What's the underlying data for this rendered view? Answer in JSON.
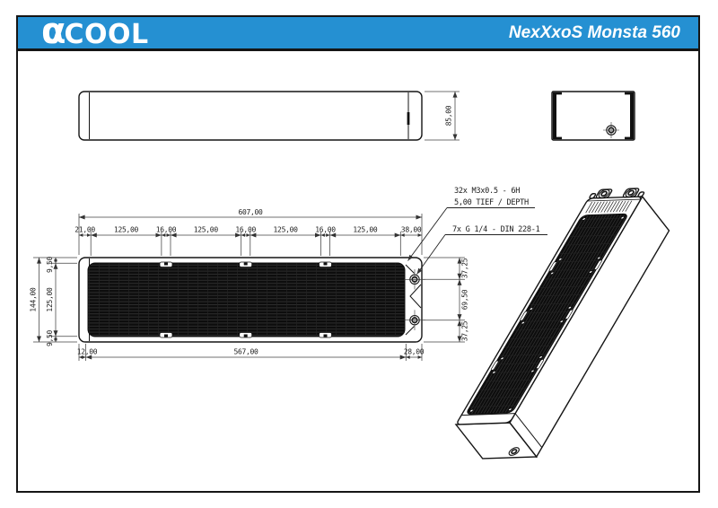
{
  "header": {
    "logo_alpha": "α",
    "logo_rest": "COOL",
    "title": "NexXxoS Monsta 560",
    "bar_color": "#2590d2"
  },
  "annotations": {
    "screws_line1": "32x M3x0.5 - 6H",
    "screws_line2": "5,00 TIEF / DEPTH",
    "ports": "7x G 1/4 - DIN 228-1"
  },
  "dims": {
    "side_height": "85,00",
    "top_total": "607,00",
    "top_segments": [
      "21,00",
      "125,00",
      "16,00",
      "125,00",
      "16,00",
      "125,00",
      "16,00",
      "125,00",
      "38,00"
    ],
    "left_total": "144,00",
    "left_segments": [
      "9,50",
      "125,00",
      "9,50"
    ],
    "right_segments": [
      "37,25",
      "69,50",
      "37,25"
    ],
    "bottom_segments": [
      "12,00",
      "567,00",
      "28,00"
    ]
  }
}
